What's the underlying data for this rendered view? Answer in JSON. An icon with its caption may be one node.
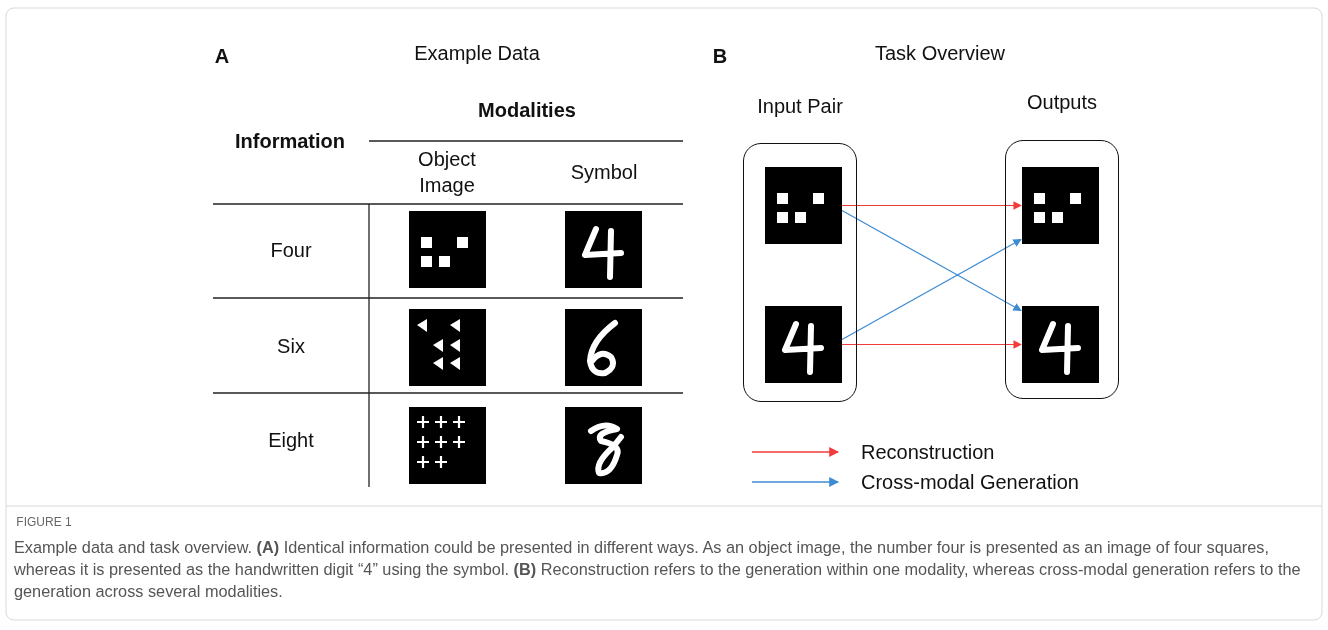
{
  "diagram": {
    "caption": "Example data and task overview. **(A)** Identical information could be presented in different ways. As an object image, the number four is presented as an image of four squares, whereas it is presented as the handwritten digit “4” using the symbol. **(B)** Reconstruction refers to the generation within one modality, whereas cross-modal generation refers to the generation across several modalities.",
    "nodes": [
      {
        "text": [
          "Input Pair"
        ]
      },
      {
        "text": [
          "Outputs"
        ]
      },
      {
        "text": [],
        "shape": "picture",
        "in": 0
      },
      {
        "text": [],
        "shape": "picture",
        "in": 0
      },
      {
        "text": [],
        "shape": "picture",
        "in": 1
      },
      {
        "text": [],
        "shape": "picture",
        "in": 1
      }
    ],
    "edges": [
      {
        "from": 2,
        "to": 4,
        "arrow": "to",
        "color": "#f23b3b"
      },
      {
        "from": 2,
        "to": 5,
        "arrow": "to",
        "color": "#3d8bd4"
      },
      {
        "from": 3,
        "to": 4,
        "arrow": "to",
        "color": "#3d8bd4"
      },
      {
        "from": 3,
        "to": 5,
        "arrow": "to",
        "color": "#f23b3b"
      }
    ],
    "labels": [
      "A",
      "Example Data",
      "Modalities",
      "Information",
      "Object Image",
      "Symbol",
      "Four",
      "Six",
      "Eight",
      "B",
      "Task Overview",
      "FIGURE 1"
    ],
    "legend": [
      {
        "text": "Reconstruction"
      },
      {
        "text": "Cross-modal Generation"
      }
    ]
  }
}
